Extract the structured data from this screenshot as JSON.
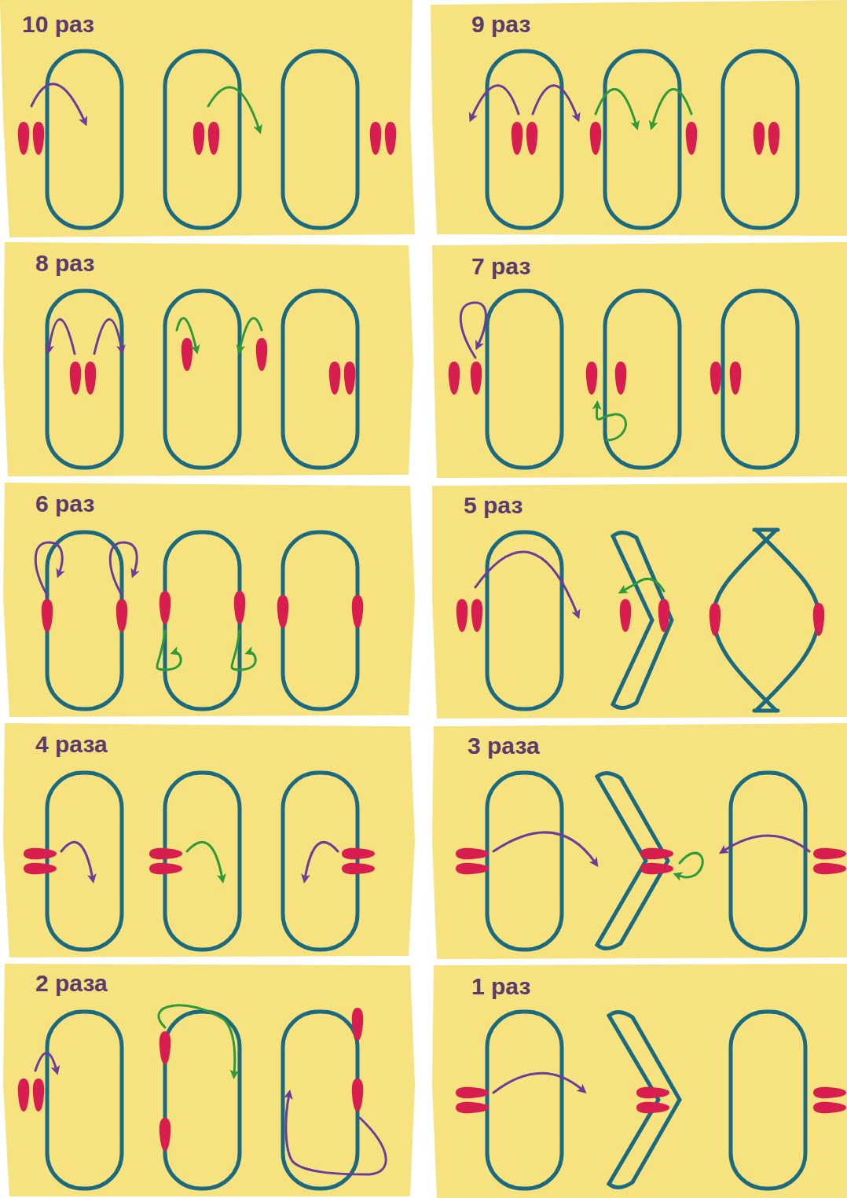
{
  "diagram": {
    "labels": [
      "10 раз",
      "9 раз",
      "8 раз",
      "7 раз",
      "6 раз",
      "5 раз",
      "4 раза",
      "3 раза",
      "2 раза",
      "1 раз"
    ]
  }
}
